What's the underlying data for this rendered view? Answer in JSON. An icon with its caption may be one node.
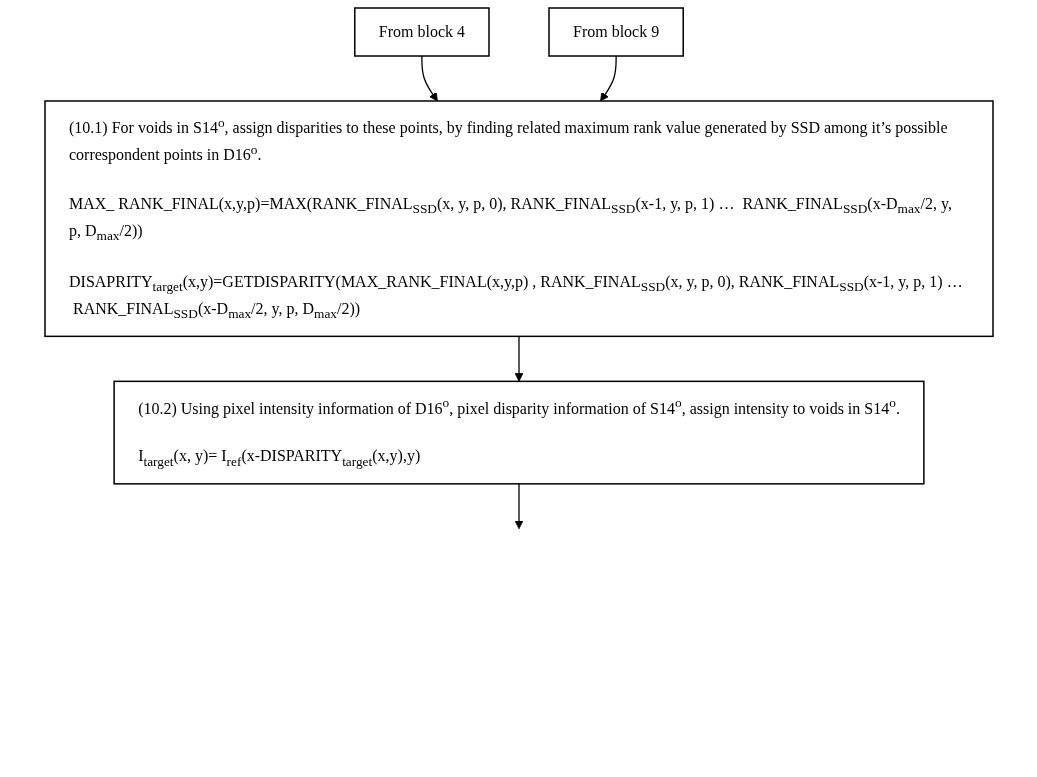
{
  "diagram": {
    "nodes": [
      {
        "text": [
          "From block 4"
        ]
      },
      {
        "text": [
          "From block 9"
        ]
      },
      {
        "text": [
          "(10.1) For voids in S14$^{o}$, assign disparities to these points, by finding related maximum rank value generated by SSD among it’s possible correspondent points in D16$^{o}$.",
          "MAX_ RANK_FINAL(x,y,p)=MAX(RANK_FINAL$_{SSD}$(x, y, p, 0), RANK_FINAL$_{SSD}$(x-1, y, p, 1) …  RANK_FINAL$_{SSD}$(x-D$_{max}$/2, y, p, D$_{max}$/2))",
          "DISAPRITY$_{target}$(x,y)=GETDISPARITY(MAX_RANK_FINAL(x,y,p) , RANK_FINAL$_{SSD}$(x, y, p, 0), RANK_FINAL$_{SSD}$(x-1, y, p, 1) …  RANK_FINAL$_{SSD}$(x-D$_{max}$/2, y, p, D$_{max}$/2))"
        ]
      },
      {
        "text": [
          "(10.2) Using pixel intensity information of D16$^{o}$, pixel disparity information of S14$^{o}$, assign intensity to voids in S14$^{o}$.",
          "I$_{target}$(x, y)= I$_{ref}$(x-DISPARITY$_{target}$(x,y),y)"
        ]
      }
    ],
    "edges": [
      {
        "from": 0,
        "to": 2,
        "arrow": "to"
      },
      {
        "from": 1,
        "to": 2,
        "arrow": "to"
      },
      {
        "from": 2,
        "to": 3,
        "arrow": "to"
      },
      {
        "from": 3,
        "to": null,
        "arrow": "to"
      }
    ]
  }
}
